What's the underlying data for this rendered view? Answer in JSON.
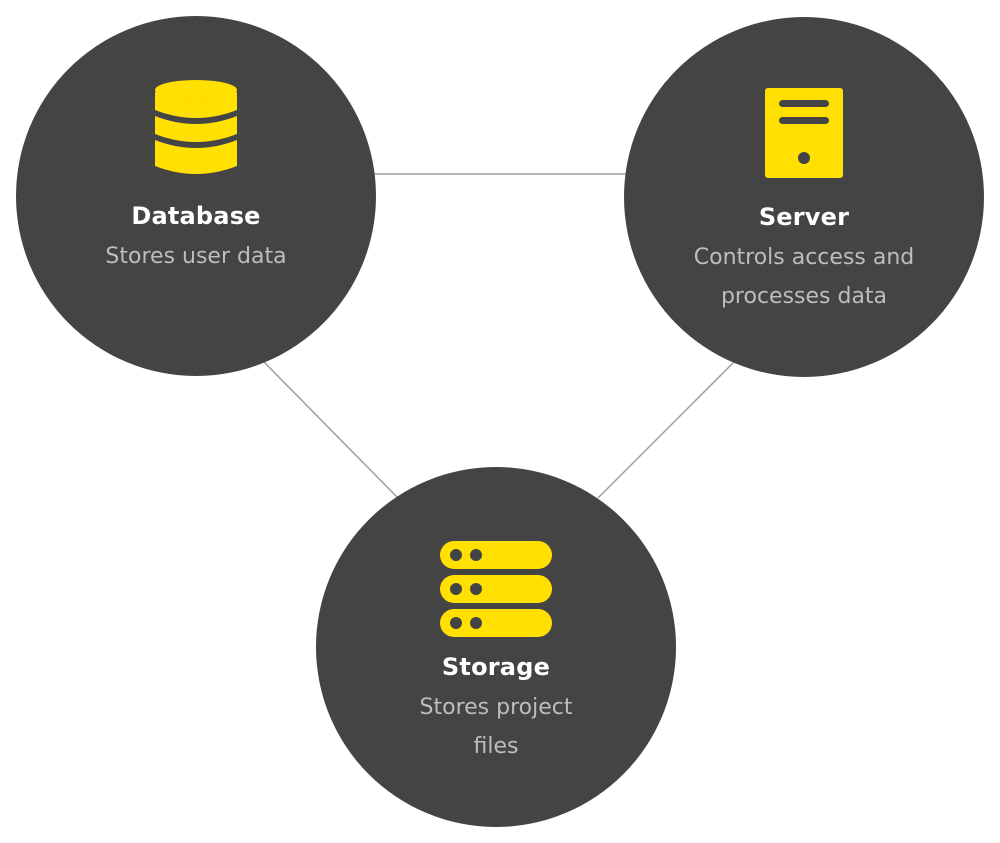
{
  "colors": {
    "node_fill": "#444444",
    "icon_accent": "#FFE000",
    "connector": "#9e9e9e",
    "title_text": "#ffffff",
    "description_text": "#bdbdbd",
    "background": "#ffffff"
  },
  "nodes": [
    {
      "id": "database",
      "icon": "database-icon",
      "title": "Database",
      "description": "Stores user data"
    },
    {
      "id": "server",
      "icon": "server-icon",
      "title": "Server",
      "description": "Controls access and processes data"
    },
    {
      "id": "storage",
      "icon": "storage-icon",
      "title": "Storage",
      "description": "Stores project files"
    }
  ],
  "connections": [
    {
      "from": "database",
      "to": "server"
    },
    {
      "from": "database",
      "to": "storage"
    },
    {
      "from": "server",
      "to": "storage"
    }
  ]
}
